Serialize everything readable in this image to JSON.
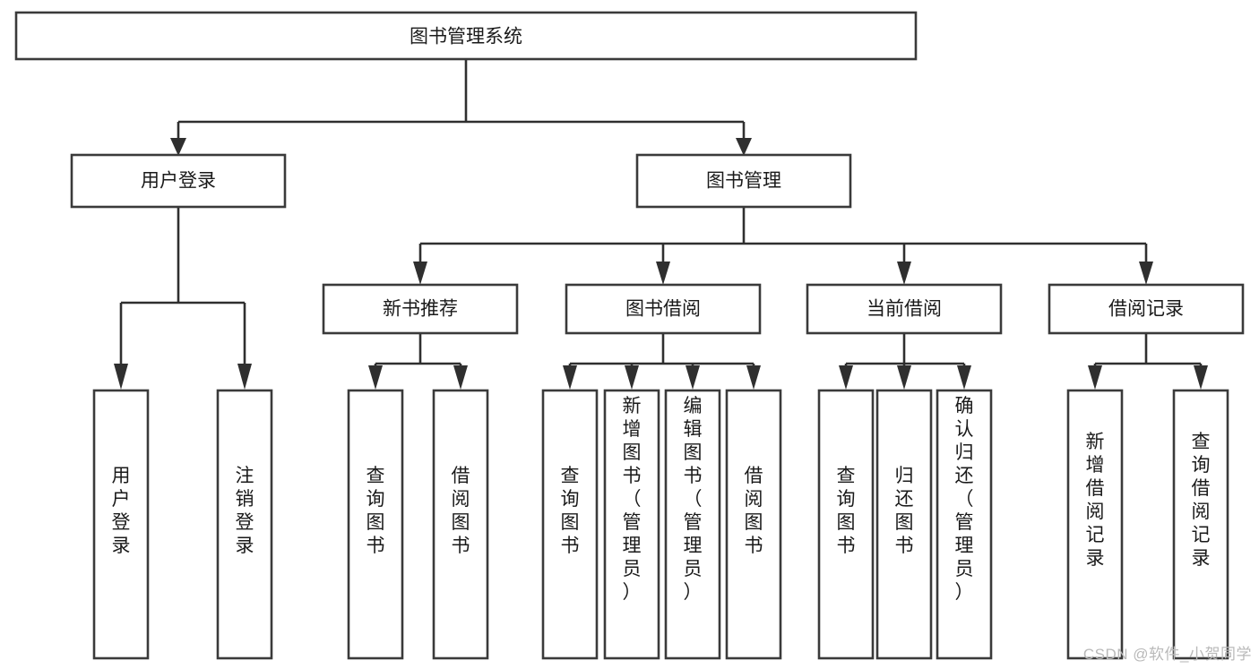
{
  "diagram": {
    "type": "hierarchy-tree",
    "title": "图书管理系统",
    "watermark": "CSDN @软件_小贺同学",
    "colors": {
      "box_stroke": "#3a3a3a",
      "connector": "#2f2f2f",
      "text": "#1a1a1a",
      "background": "#ffffff",
      "watermark": "#b9b9b9"
    },
    "levels": {
      "root": {
        "label": "图书管理系统",
        "orientation": "horizontal"
      },
      "level2": [
        {
          "label": "用户登录",
          "orientation": "horizontal"
        },
        {
          "label": "图书管理",
          "orientation": "horizontal"
        }
      ],
      "level3": [
        {
          "label": "新书推荐",
          "orientation": "horizontal"
        },
        {
          "label": "图书借阅",
          "orientation": "horizontal"
        },
        {
          "label": "当前借阅",
          "orientation": "horizontal"
        },
        {
          "label": "借阅记录",
          "orientation": "horizontal"
        }
      ],
      "leaves": {
        "用户登录": [
          {
            "label": "用户登录",
            "orientation": "vertical"
          },
          {
            "label": "注销登录",
            "orientation": "vertical"
          }
        ],
        "新书推荐": [
          {
            "label": "查询图书",
            "orientation": "vertical"
          },
          {
            "label": "借阅图书",
            "orientation": "vertical"
          }
        ],
        "图书借阅": [
          {
            "label": "查询图书",
            "orientation": "vertical"
          },
          {
            "label": "新增图书（管理员）",
            "orientation": "vertical"
          },
          {
            "label": "编辑图书（管理员）",
            "orientation": "vertical"
          },
          {
            "label": "借阅图书",
            "orientation": "vertical"
          }
        ],
        "当前借阅": [
          {
            "label": "查询图书",
            "orientation": "vertical"
          },
          {
            "label": "归还图书",
            "orientation": "vertical"
          },
          {
            "label": "确认归还（管理员）",
            "orientation": "vertical"
          }
        ],
        "借阅记录": [
          {
            "label": "新增借阅记录",
            "orientation": "vertical"
          },
          {
            "label": "查询借阅记录",
            "orientation": "vertical"
          }
        ]
      }
    },
    "nodes": {
      "root": {
        "text": "图书管理系统"
      },
      "user_login": {
        "text": "用户登录"
      },
      "book_manage": {
        "text": "图书管理"
      },
      "new_book_rec": {
        "text": "新书推荐"
      },
      "book_borrow": {
        "text": "图书借阅"
      },
      "current_borrow": {
        "text": "当前借阅"
      },
      "borrow_record": {
        "text": "借阅记录"
      },
      "leaf_user_login": {
        "text": "用户登录"
      },
      "leaf_logout": {
        "text": "注销登录"
      },
      "leaf_query_book_a": {
        "text": "查询图书"
      },
      "leaf_borrow_book_a": {
        "text": "借阅图书"
      },
      "leaf_query_book_b": {
        "text": "查询图书"
      },
      "leaf_add_book": {
        "text": "新增图书（管理员）"
      },
      "leaf_edit_book": {
        "text": "编辑图书（管理员）"
      },
      "leaf_borrow_book_b": {
        "text": "借阅图书"
      },
      "leaf_query_book_c": {
        "text": "查询图书"
      },
      "leaf_return_book": {
        "text": "归还图书"
      },
      "leaf_confirm_return": {
        "text": "确认归还（管理员）"
      },
      "leaf_add_record": {
        "text": "新增借阅记录"
      },
      "leaf_query_record": {
        "text": "查询借阅记录"
      }
    }
  }
}
